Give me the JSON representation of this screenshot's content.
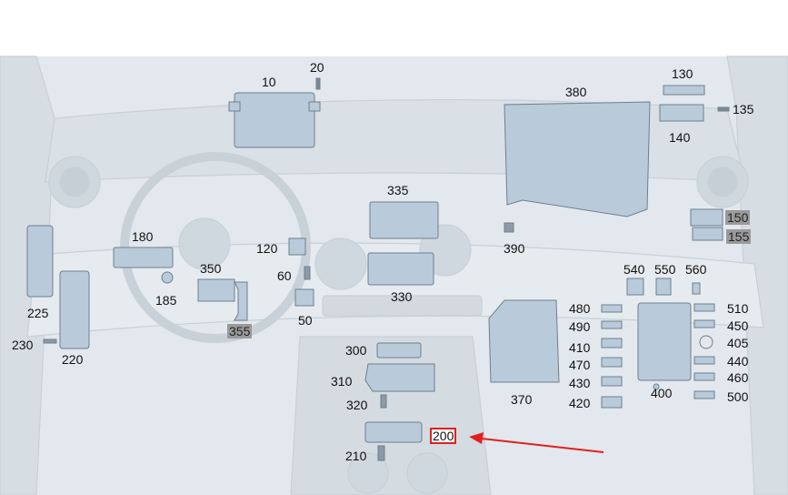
{
  "parts": {
    "p10": "10",
    "p20": "20",
    "p130": "130",
    "p135": "135",
    "p140": "140",
    "p380": "380",
    "p390": "390",
    "p335": "335",
    "p330": "330",
    "p150": "150",
    "p155": "155",
    "p180": "180",
    "p185": "185",
    "p120": "120",
    "p60": "60",
    "p50": "50",
    "p350": "350",
    "p355": "355",
    "p225": "225",
    "p220": "220",
    "p230": "230",
    "p300": "300",
    "p310": "310",
    "p320": "320",
    "p200": "200",
    "p210": "210",
    "p370": "370",
    "p540": "540",
    "p550": "550",
    "p560": "560",
    "p480": "480",
    "p490": "490",
    "p410": "410",
    "p470": "470",
    "p430": "430",
    "p420": "420",
    "p400": "400",
    "p510": "510",
    "p450": "450",
    "p405": "405",
    "p440": "440",
    "p460": "460",
    "p500": "500"
  },
  "colors": {
    "background": "#ffffff",
    "interior": "#dfe5ea",
    "interior_line": "#c3ccd4",
    "component": "#b9cbda",
    "component_stroke": "#6e7f8c",
    "highlight_grey": "#9a9a9a",
    "arrow": "#e02020"
  }
}
